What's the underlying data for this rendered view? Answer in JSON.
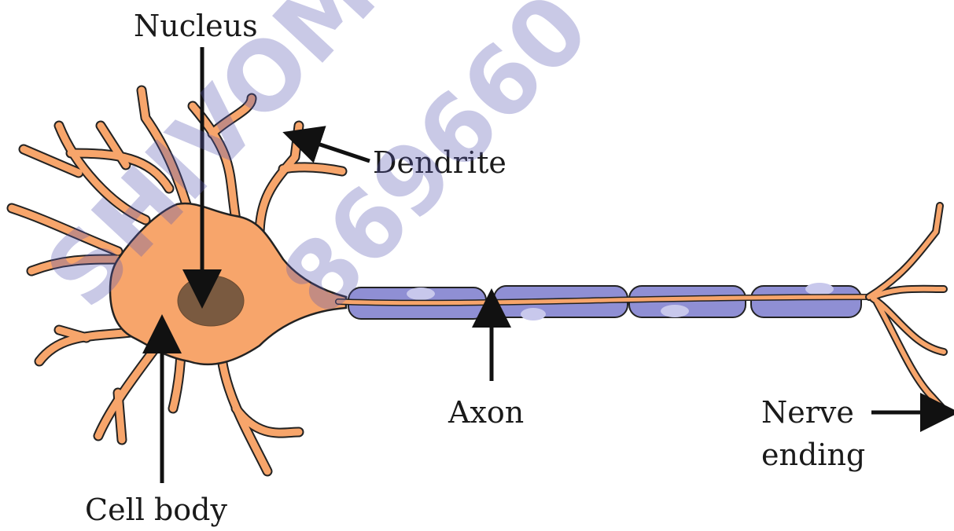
{
  "labels": {
    "nucleus": "Nucleus",
    "dendrite": "Dendrite",
    "axon": "Axon",
    "cell_body": "Cell body",
    "nerve_ending_line1": "Nerve",
    "nerve_ending_line2": "ending"
  },
  "watermark": {
    "line1": "SHIVOMI",
    "line2": "869660"
  },
  "colors": {
    "cell": "#f7a56b",
    "outline": "#222222",
    "nucleus": "#7a5a40",
    "myelin": "#8f8fd4",
    "node": "#c8c8ec",
    "arrow": "#111111"
  }
}
